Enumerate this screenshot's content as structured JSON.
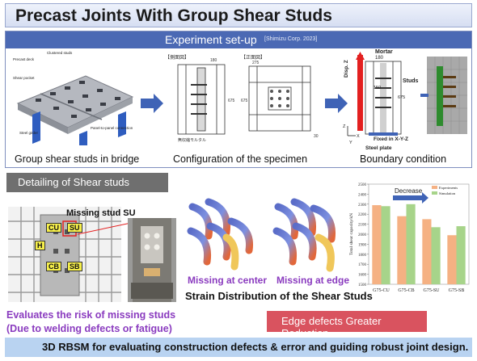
{
  "title": "Precast Joints With Group Shear Studs",
  "experiment": {
    "header": "Experiment  set-up",
    "source": "[Shimizu Corp. 2023]",
    "cap_bridge": "Group shear studs in bridge",
    "cap_config": "Configuration of the specimen",
    "cap_boundary": "Boundary condition",
    "bridge_labels": {
      "clustered": "Clustered studs",
      "precast": "Precast deck",
      "shear": "Shear pocket",
      "girder": "Steel girder",
      "panel": "Panel-to-panel connection"
    },
    "spec_labels": {
      "side": "【側面図】",
      "front": "【正面図】",
      "d180": "180",
      "d675": "675",
      "d275": "275",
      "d30": "30",
      "mortar_jp": "無収縮モルタル"
    },
    "boundary_labels": {
      "mortar": "Mortar",
      "dim180": "180",
      "disp": "Disp. Z",
      "studs": "Studs",
      "dim150": "150",
      "dim675": "675",
      "fixed": "Fixed in X-Y-Z",
      "steel_plate": "Steel plate",
      "z": "Z",
      "x": "X",
      "y": "Y"
    }
  },
  "detailing": {
    "box": "Detailing of Shear studs",
    "missing_stud": "Missing stud SU",
    "labels": [
      "CU",
      "SU",
      "H",
      "CB",
      "SB"
    ],
    "evaluate_line1": "Evaluates the risk of missing studs",
    "evaluate_line2": "(Due to welding defects or fatigue)"
  },
  "strain": {
    "missing_center": "Missing at center",
    "missing_edge": "Missing at edge",
    "title": "Strain Distribution of the Shear Studs"
  },
  "edge_box": "Edge defects Greater Reduction",
  "bottom": "3D RBSM for evaluating construction defects & error and guiding robust joint design.",
  "colors": {
    "experiments": "#f5b183",
    "simulation": "#a7d48a",
    "header_blue": "#4b69b4",
    "arrow_blue": "#3f63b6"
  },
  "chart_data": {
    "type": "bar",
    "categories": [
      "G75-CU",
      "G75-CB",
      "G75-SU",
      "G75-SB"
    ],
    "series": [
      {
        "name": "Experiments",
        "values": [
          2290,
          2180,
          2150,
          1990
        ]
      },
      {
        "name": "Simulation",
        "values": [
          2280,
          2300,
          2070,
          2080
        ]
      }
    ],
    "ylabel": "Total shear capacity/kN",
    "ylim": [
      1500,
      2500
    ],
    "yticks": [
      1500,
      1600,
      1700,
      1800,
      1900,
      2000,
      2100,
      2200,
      2300,
      2400,
      2500
    ],
    "annotation": "Decrease",
    "legend": "top-right"
  }
}
